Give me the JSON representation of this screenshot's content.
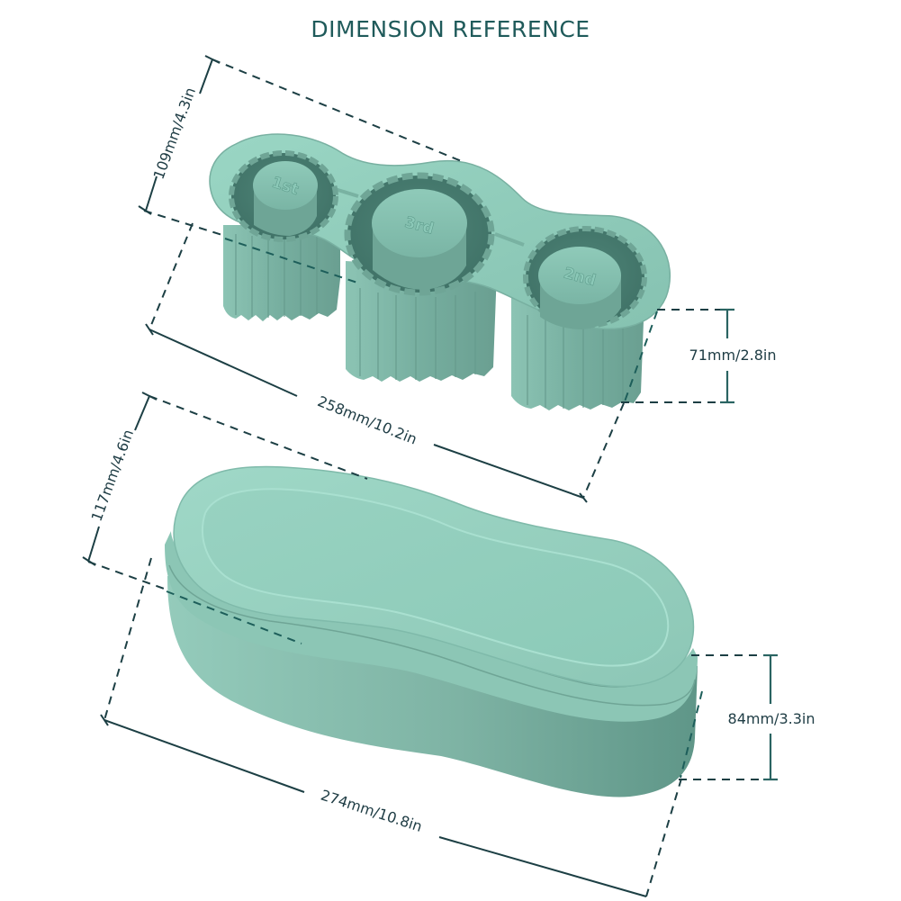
{
  "header": {
    "title": "DIMENSION REFERENCE"
  },
  "colors": {
    "title_text": "#1f5a5a",
    "dimension_text": "#1e3c44",
    "dimension_line": "#1c3f44",
    "product_light": "#93d1bf",
    "product_mid": "#7fb8a8",
    "product_dark": "#5e968a",
    "background": "#ffffff"
  },
  "mold": {
    "name": "ice cup mold tray",
    "cavities": [
      {
        "label": "1st"
      },
      {
        "label": "3rd"
      },
      {
        "label": "2nd"
      }
    ],
    "dimensions": {
      "depth": "109mm/4.3in",
      "length": "258mm/10.2in",
      "height": "71mm/2.8in"
    }
  },
  "container": {
    "name": "storage box with lid",
    "dimensions": {
      "depth": "117mm/4.6in",
      "length": "274mm/10.8in",
      "height": "84mm/3.3in"
    }
  }
}
